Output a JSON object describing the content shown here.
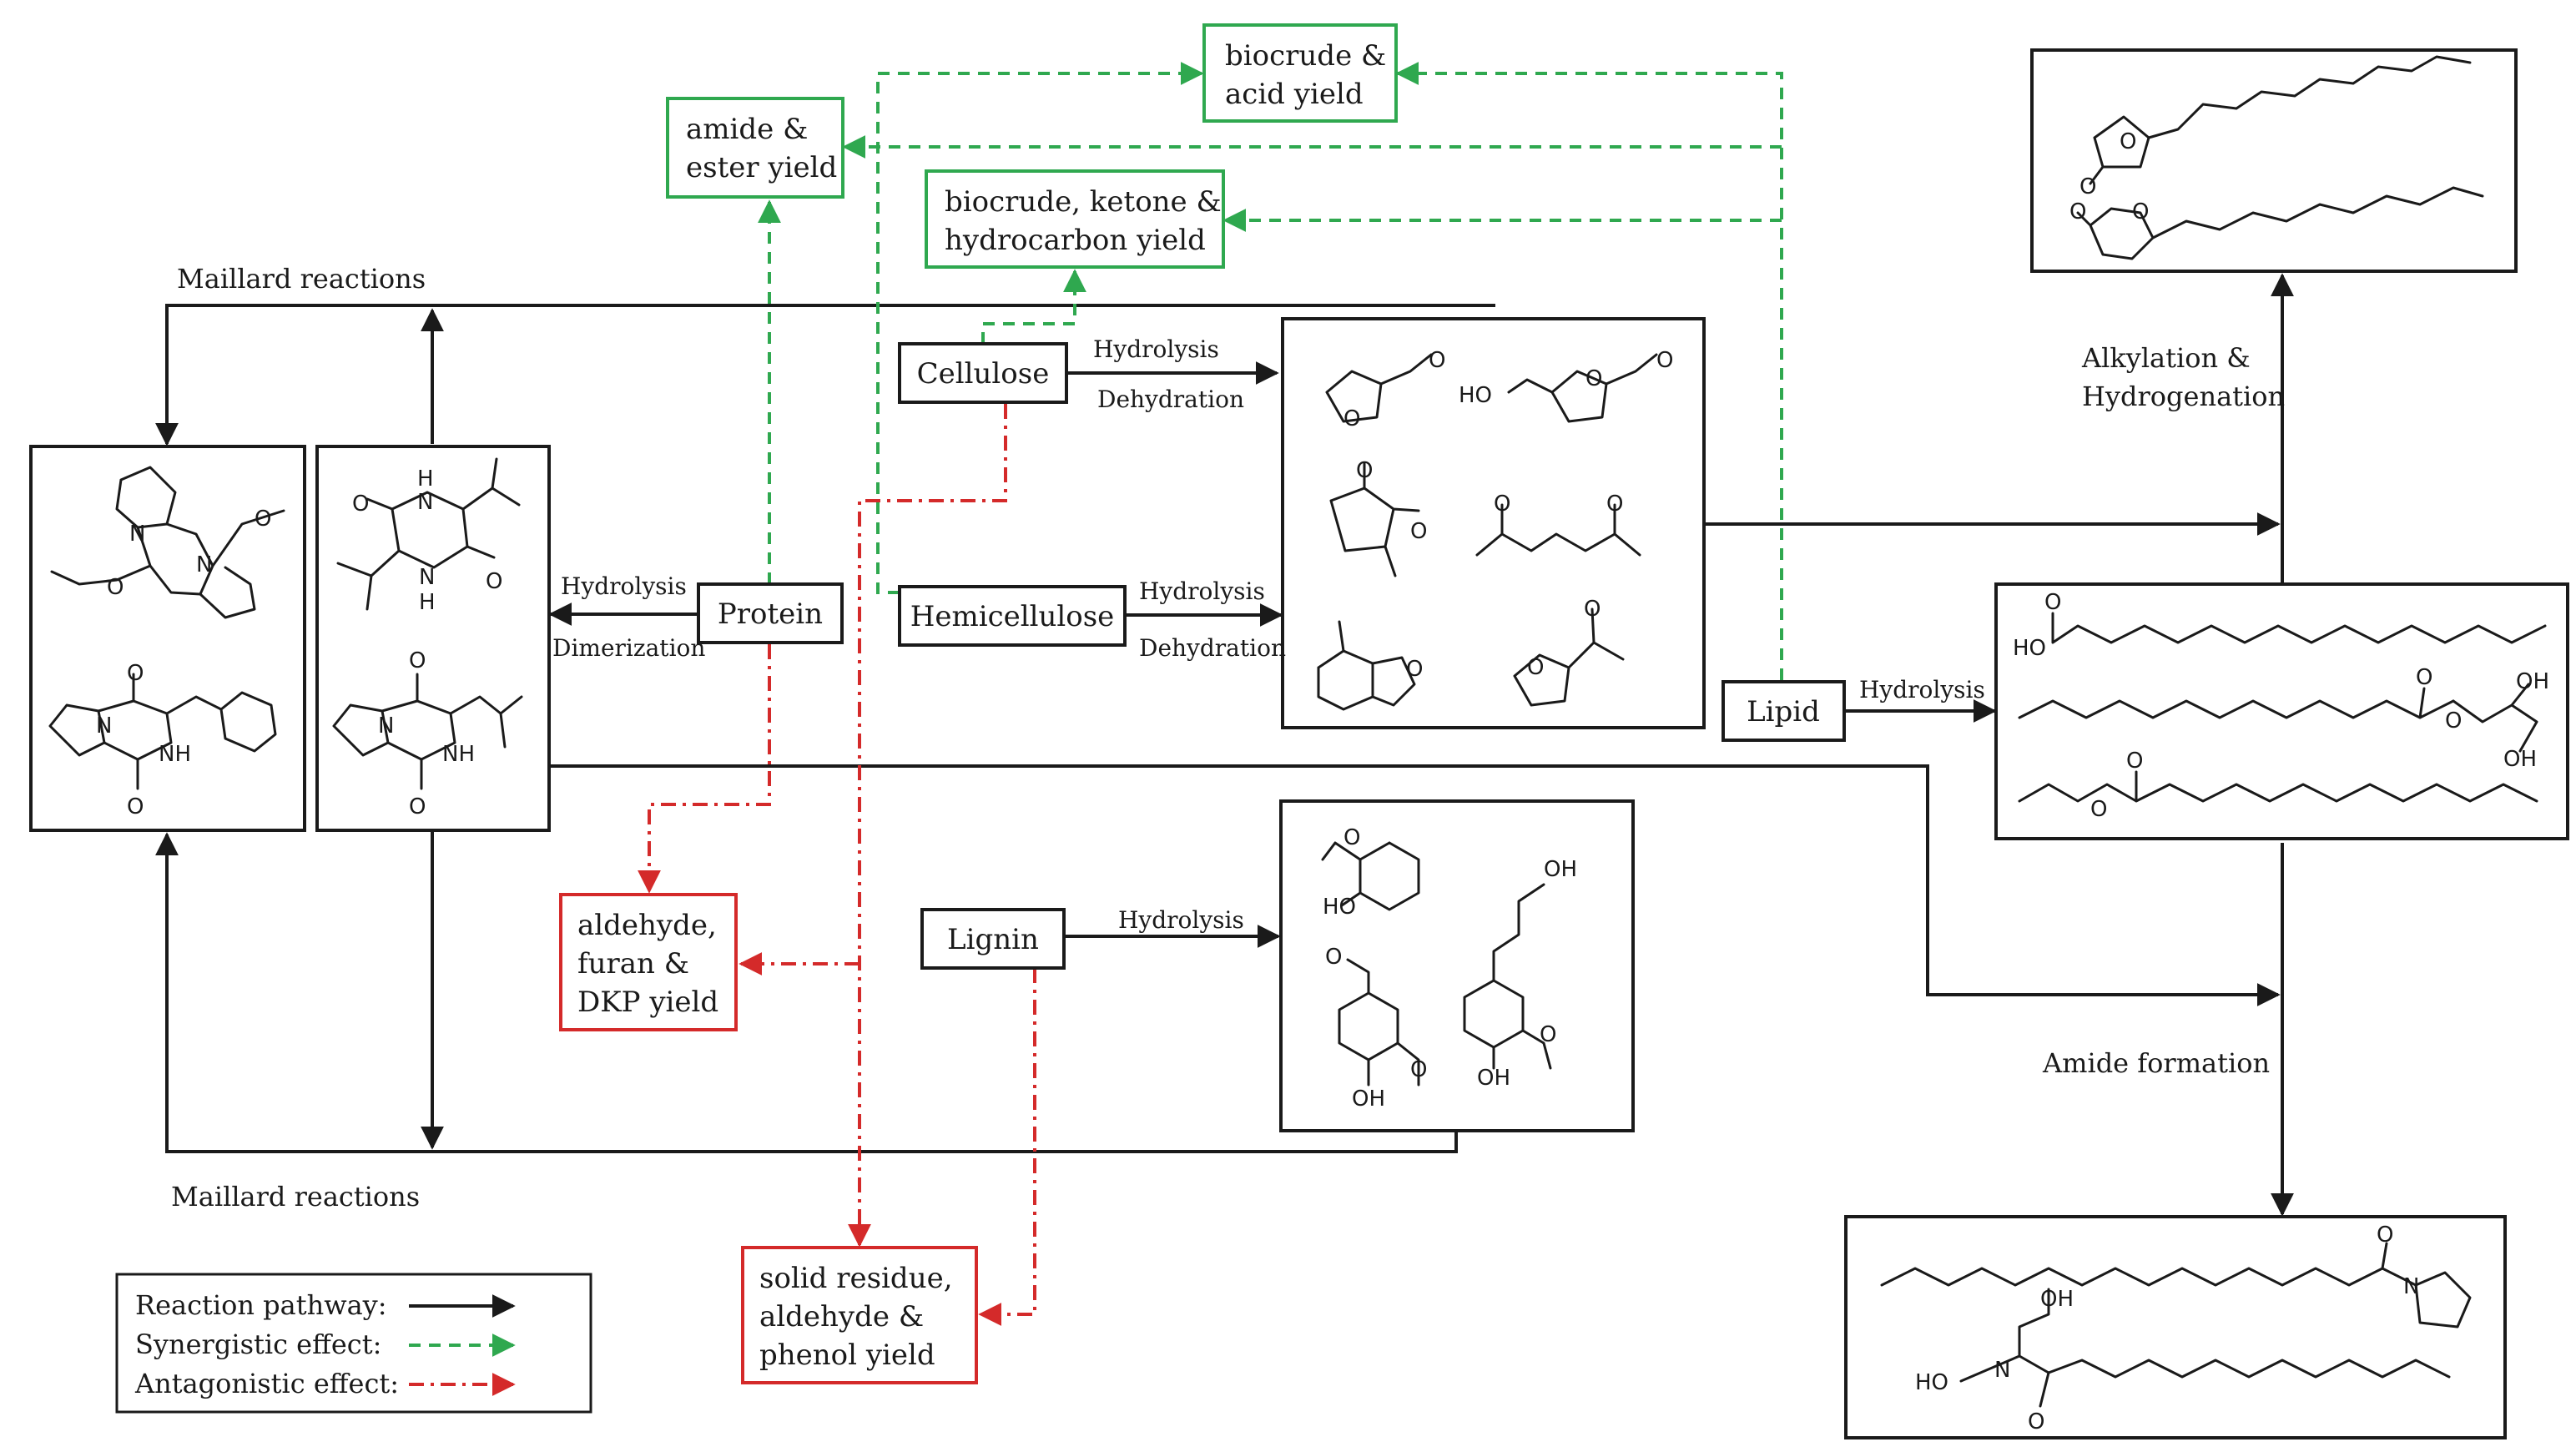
{
  "colors": {
    "reaction": "#1a1a1a",
    "synergistic": "#2fa84f",
    "antagonistic": "#d42a2a"
  },
  "nodes": {
    "cellulose": "Cellulose",
    "hemicellulose": "Hemicellulose",
    "protein": "Protein",
    "lignin": "Lignin",
    "lipid": "Lipid"
  },
  "synergistic_boxes": {
    "biocrude_acid": [
      "biocrude &",
      "acid yield"
    ],
    "amide_ester": [
      "amide &",
      "ester yield"
    ],
    "biocrude_ketone": [
      "biocrude, ketone &",
      "hydrocarbon yield"
    ]
  },
  "antagonistic_boxes": {
    "aldehyde_furan": [
      "aldehyde,",
      "furan &",
      "DKP yield"
    ],
    "solid_residue": [
      "solid residue,",
      "aldehyde &",
      "phenol yield"
    ]
  },
  "labels": {
    "maillard_top": "Maillard reactions",
    "maillard_bottom": "Maillard reactions",
    "hydrolysis_cellulose": "Hydrolysis",
    "dehydration_cellulose": "Dehydration",
    "hydrolysis_hemicellulose": "Hydrolysis",
    "dehydration_hemicellulose": "Dehydration",
    "hydrolysis_protein": "Hydrolysis",
    "dimerization_protein": "Dimerization",
    "hydrolysis_lignin": "Hydrolysis",
    "hydrolysis_lipid": "Hydrolysis",
    "alkylation": [
      "Alkylation &",
      "Hydrogenation"
    ],
    "amide_formation": "Amide formation"
  },
  "atoms": {
    "O": "O",
    "N": "N",
    "H": "H",
    "HO": "HO",
    "OH": "OH",
    "NH": "NH"
  },
  "legend": {
    "reaction": "Reaction pathway:",
    "synergistic": "Synergistic effect:",
    "antagonistic": "Antagonistic effect:"
  }
}
